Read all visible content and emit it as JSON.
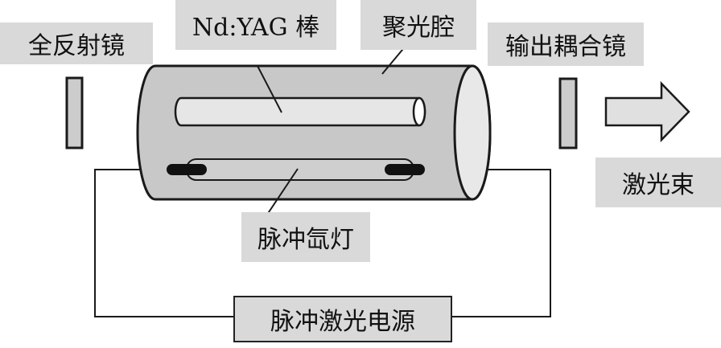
{
  "labels": {
    "total_reflector": "全反射镜",
    "nd_yag_rod": "Nd:YAG 棒",
    "pump_cavity": "聚光腔",
    "output_coupler": "输出耦合镜",
    "laser_beam": "激光束",
    "xenon_lamp": "脉冲氙灯",
    "power_supply": "脉冲激光电源"
  },
  "colors": {
    "label_fill": "#d9d9d9",
    "cavity_fill": "#c8c8c8",
    "cavity_end": "#e8e8e8",
    "stroke": "#1a1a1a"
  }
}
